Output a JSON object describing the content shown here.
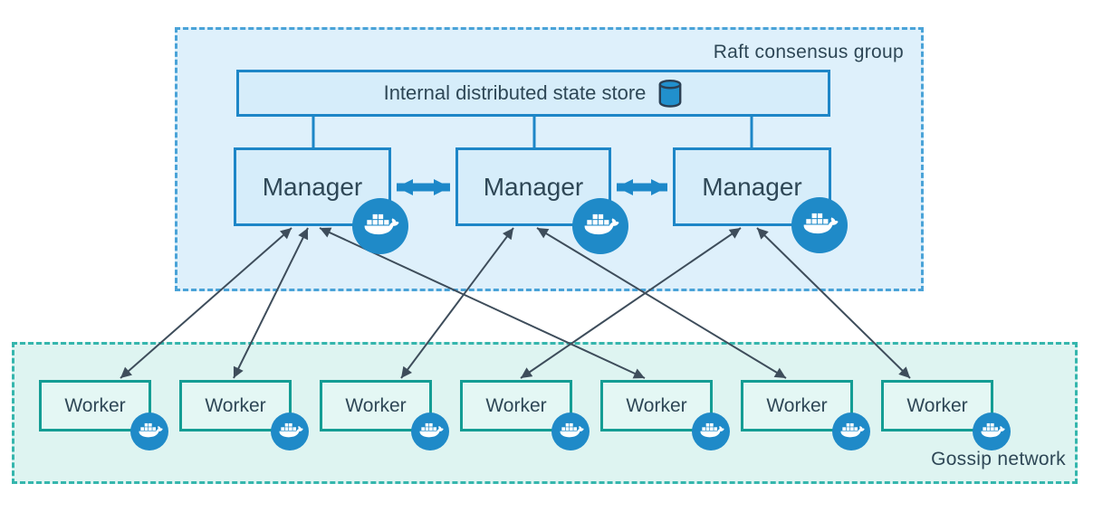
{
  "raft_group": {
    "label": "Raft consensus group"
  },
  "gossip_network": {
    "label": "Gossip network"
  },
  "state_store": {
    "label": "Internal distributed state store",
    "icon": "database-cylinder-icon"
  },
  "managers": [
    {
      "label": "Manager",
      "icon": "docker-whale-icon"
    },
    {
      "label": "Manager",
      "icon": "docker-whale-icon"
    },
    {
      "label": "Manager",
      "icon": "docker-whale-icon"
    }
  ],
  "workers": [
    {
      "label": "Worker",
      "icon": "docker-whale-icon"
    },
    {
      "label": "Worker",
      "icon": "docker-whale-icon"
    },
    {
      "label": "Worker",
      "icon": "docker-whale-icon"
    },
    {
      "label": "Worker",
      "icon": "docker-whale-icon"
    },
    {
      "label": "Worker",
      "icon": "docker-whale-icon"
    },
    {
      "label": "Worker",
      "icon": "docker-whale-icon"
    },
    {
      "label": "Worker",
      "icon": "docker-whale-icon"
    }
  ],
  "connections": {
    "state_store_links": [
      "manager-1",
      "manager-2",
      "manager-3"
    ],
    "manager_peer_links": [
      {
        "from": "manager-1",
        "to": "manager-2",
        "style": "thick-blue-double-arrow"
      },
      {
        "from": "manager-2",
        "to": "manager-3",
        "style": "thick-blue-double-arrow"
      }
    ],
    "manager_worker_links": [
      {
        "from": "manager-1",
        "to": "worker-1",
        "style": "thin-double-arrow"
      },
      {
        "from": "manager-1",
        "to": "worker-2",
        "style": "thin-double-arrow"
      },
      {
        "from": "manager-1",
        "to": "worker-5",
        "style": "thin-double-arrow"
      },
      {
        "from": "manager-2",
        "to": "worker-3",
        "style": "thin-double-arrow"
      },
      {
        "from": "manager-2",
        "to": "worker-6",
        "style": "thin-double-arrow"
      },
      {
        "from": "manager-3",
        "to": "worker-4",
        "style": "thin-double-arrow"
      },
      {
        "from": "manager-3",
        "to": "worker-7",
        "style": "thin-double-arrow"
      }
    ]
  },
  "colors": {
    "blue_border": "#1d86c7",
    "manager_fill": "#d6edfa",
    "raft_fill": "#def0fb",
    "raft_dash_border": "#4aa3d8",
    "teal_border": "#149d94",
    "worker_fill": "#e4f7f4",
    "gossip_fill": "#def4f1",
    "gossip_dash_border": "#35b6ad",
    "docker_circle_blue": "#1f8ac8",
    "thin_arrow": "#3e4d5b",
    "text_dark": "#2e4756"
  }
}
